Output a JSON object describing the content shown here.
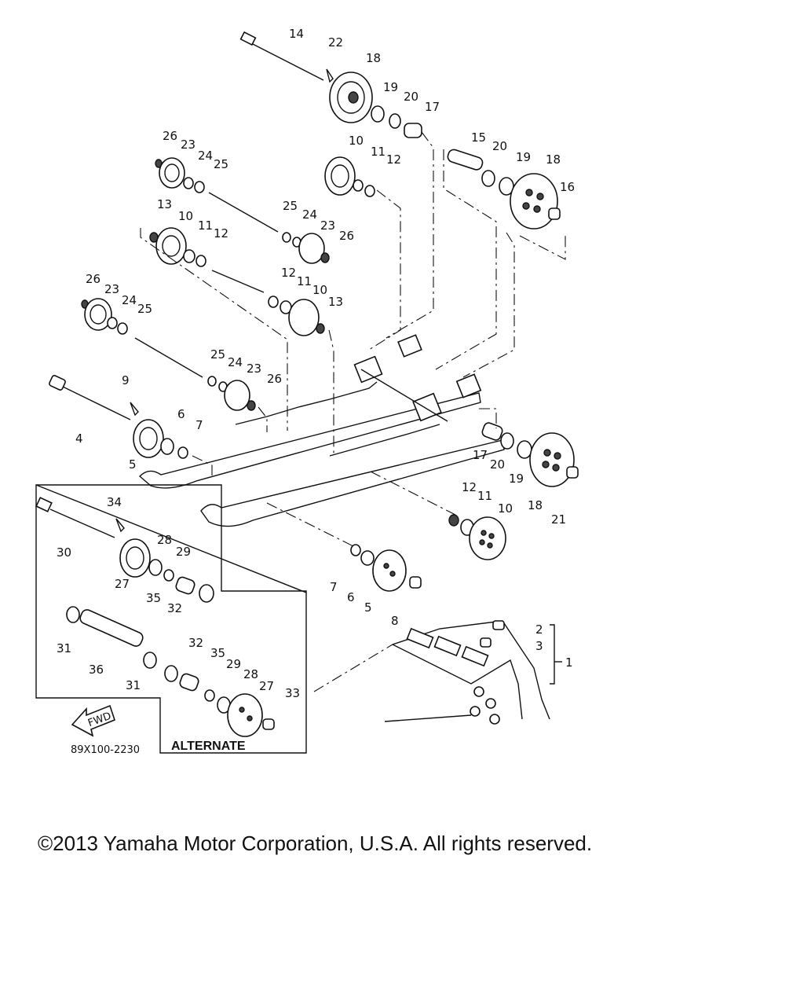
{
  "diagram": {
    "part_labels": {
      "p14_top": "14",
      "p22_top": "22",
      "p18_top": "18",
      "p19_top": "19",
      "p20_top": "20",
      "p17_top": "17",
      "p15_right": "15",
      "p20_right": "20",
      "p19_right": "19",
      "p18_right": "18",
      "p16_right": "16",
      "p10_mid": "10",
      "p11_mid": "11",
      "p12_mid": "12",
      "p26_a": "26",
      "p23_a": "23",
      "p24_a": "24",
      "p25_a": "25",
      "p13_a": "13",
      "p10_a": "10",
      "p11_a": "11",
      "p12_a": "12",
      "p25_b": "25",
      "p24_b": "24",
      "p23_b": "23",
      "p26_b": "26",
      "p12_b": "12",
      "p11_b": "11",
      "p10_b": "10",
      "p13_b": "13",
      "p26_c": "26",
      "p23_c": "23",
      "p24_c": "24",
      "p25_c": "25",
      "p25_d": "25",
      "p24_d": "24",
      "p23_d": "23",
      "p26_d": "26",
      "p9": "9",
      "p4": "4",
      "p6_a": "6",
      "p7_a": "7",
      "p5_a": "5",
      "p17_low": "17",
      "p20_low": "20",
      "p19_low": "19",
      "p18_low": "18",
      "p21": "21",
      "p12_low": "12",
      "p11_low": "11",
      "p10_low": "10",
      "p34": "34",
      "p30": "30",
      "p28_a": "28",
      "p29_a": "29",
      "p27_a": "27",
      "p35_a": "35",
      "p32_a": "32",
      "p7_b": "7",
      "p6_b": "6",
      "p5_b": "5",
      "p8": "8",
      "p2": "2",
      "p3": "3",
      "p1": "1",
      "p31_a": "31",
      "p36": "36",
      "p31_b": "31",
      "p32_b": "32",
      "p35_b": "35",
      "p29_b": "29",
      "p28_b": "28",
      "p27_b": "27",
      "p33": "33"
    },
    "fwd_label": "FWD",
    "diagram_code": "89X100-2230",
    "alternate_label": "ALTERNATE"
  },
  "copyright": "©2013 Yamaha Motor Corporation, U.S.A. All rights reserved."
}
